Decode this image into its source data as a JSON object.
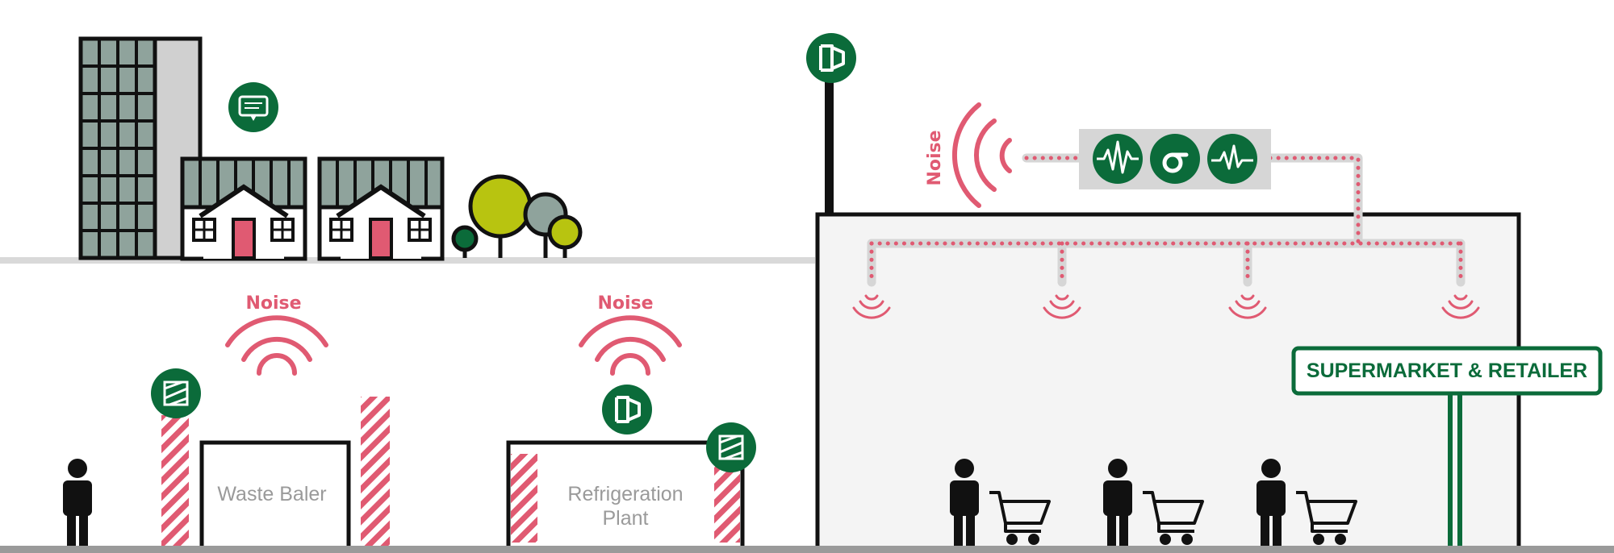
{
  "colors": {
    "brand_green": "#0b6b3a",
    "noise_red": "#e05a72",
    "building_grey": "#8fa39c",
    "lime": "#b8c410",
    "ground": "#9a9a9a",
    "horizon": "#d9d9d9",
    "store_fill": "#f4f4f4"
  },
  "labels": {
    "noise": "Noise",
    "waste_baler": "Waste Baler",
    "refrigeration_line1": "Refrigeration",
    "refrigeration_line2": "Plant",
    "store_sign": "SUPERMARKET & RETAILER"
  },
  "icons": {
    "residents_comment": "speech-bubble-icon",
    "sound_level_meter": "sound-meter-icon",
    "acoustic_barrier": "barrier-panel-icon",
    "analysis_waveform": "waveform-icon",
    "analysis_sigma": "sigma-icon",
    "analysis_heartbeat": "pulse-icon"
  }
}
